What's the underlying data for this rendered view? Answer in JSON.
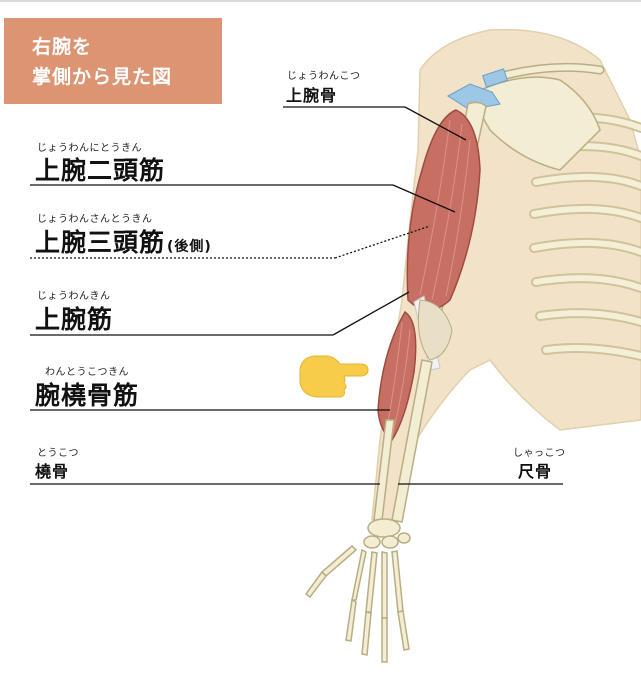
{
  "title": {
    "line1": "右腕を",
    "line2": "掌側から見た図"
  },
  "labels": {
    "humerus": {
      "ruby": "じょうわんこつ",
      "text": "上腕骨"
    },
    "biceps": {
      "ruby": "じょうわんにとうきん",
      "text": "上腕二頭筋"
    },
    "triceps": {
      "ruby": "じょうわんさんとうきん",
      "text": "上腕三頭筋",
      "note": "(後側)"
    },
    "brachialis": {
      "ruby": "じょうわんきん",
      "text": "上腕筋"
    },
    "brachioradialis": {
      "ruby": "わんとうこつきん",
      "text": "腕橈骨筋"
    },
    "radius": {
      "ruby": "とうこつ",
      "text": "橈骨"
    },
    "ulna": {
      "ruby": "しゃっこつ",
      "text": "尺骨"
    }
  },
  "icons": {
    "pointer": "pointing-hand-icon"
  },
  "colors": {
    "title_bg": "#dd9473",
    "muscle": "#c86f63",
    "bone": "#f3edd4",
    "bone_outline": "#b9ad83",
    "skin": "#f2e2c8",
    "cartilage": "#9cc7e6",
    "pointer": "#f7cc4a"
  }
}
